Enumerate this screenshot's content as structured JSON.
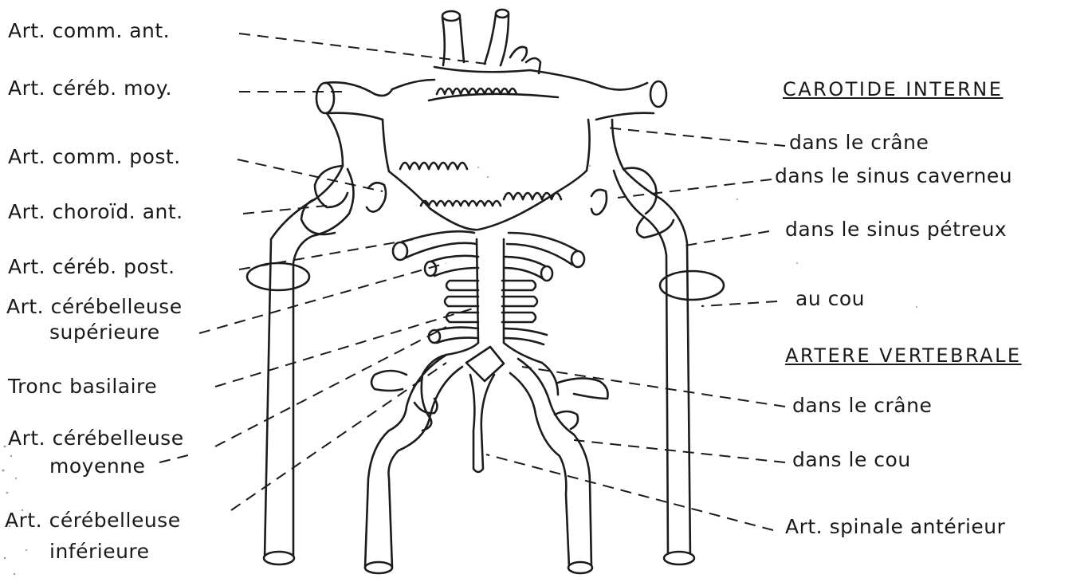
{
  "labels_left": {
    "comm_ant": "Art. comm. ant.",
    "cereb_moy": "Art. céréb. moy.",
    "comm_post": "Art. comm. post.",
    "choroid_ant": "Art. choroïd. ant.",
    "cereb_post": "Art. céréb. post.",
    "cerebelleuse_sup_1": "Art. cérébelleuse",
    "cerebelleuse_sup_2": "supérieure",
    "tronc_basilaire": "Tronc basilaire",
    "cerebelleuse_moy_1": "Art. cérébelleuse",
    "cerebelleuse_moy_2": "moyenne",
    "cerebelleuse_inf_1": "Art. cérébelleuse",
    "cerebelleuse_inf_2": "inférieure"
  },
  "labels_right": {
    "carotide_header": "CAROTIDE INTERNE",
    "carotide_crane": "dans le crâne",
    "carotide_sinus_caverneux": "dans le sinus caverneu",
    "carotide_sinus_petreux": "dans le sinus pétreux",
    "carotide_cou": "au cou",
    "vertebrale_header": "ARTERE VERTEBRALE",
    "vertebrale_crane": "dans le crâne",
    "vertebrale_cou": "dans le cou",
    "spinale_anterieure": "Art. spinale antérieur"
  }
}
